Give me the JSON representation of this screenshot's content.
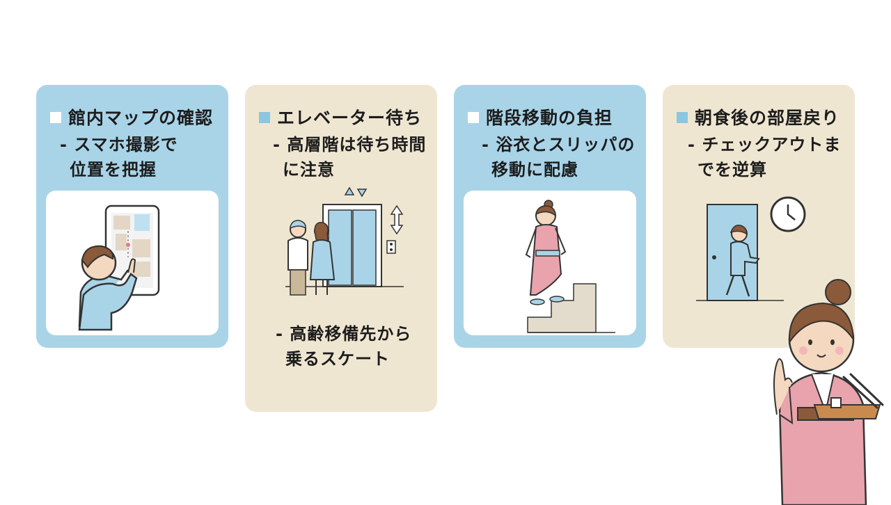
{
  "cards": [
    {
      "title": "館内マップの確認",
      "body_line1": "- スマホ撮影で",
      "body_line2": "位置を把握"
    },
    {
      "title": "エレベーター待ち",
      "body_line1": "- 高層階は待ち時間",
      "body_line2": "に注意",
      "extra_line1": "- 高齢移備先から",
      "extra_line2": "乗るスケート"
    },
    {
      "title": "階段移動の負担",
      "body_line1": "- 浴衣とスリッパの",
      "body_line2": "移動に配慮"
    },
    {
      "title": "朝食後の部屋戻り",
      "body_line1": "- チェックアウトま",
      "body_line2": "でを逆算"
    }
  ],
  "colors": {
    "card_blue": "#a9d4e8",
    "card_beige": "#efe6d2",
    "kimono_pink": "#e8a3ac",
    "accent_blue": "#a9d4e8"
  },
  "icons": [
    "smartphone-map-icon",
    "elevator-icon",
    "up-down-arrow-icon",
    "clock-icon",
    "door-icon",
    "stairs-icon",
    "tray-icon"
  ]
}
